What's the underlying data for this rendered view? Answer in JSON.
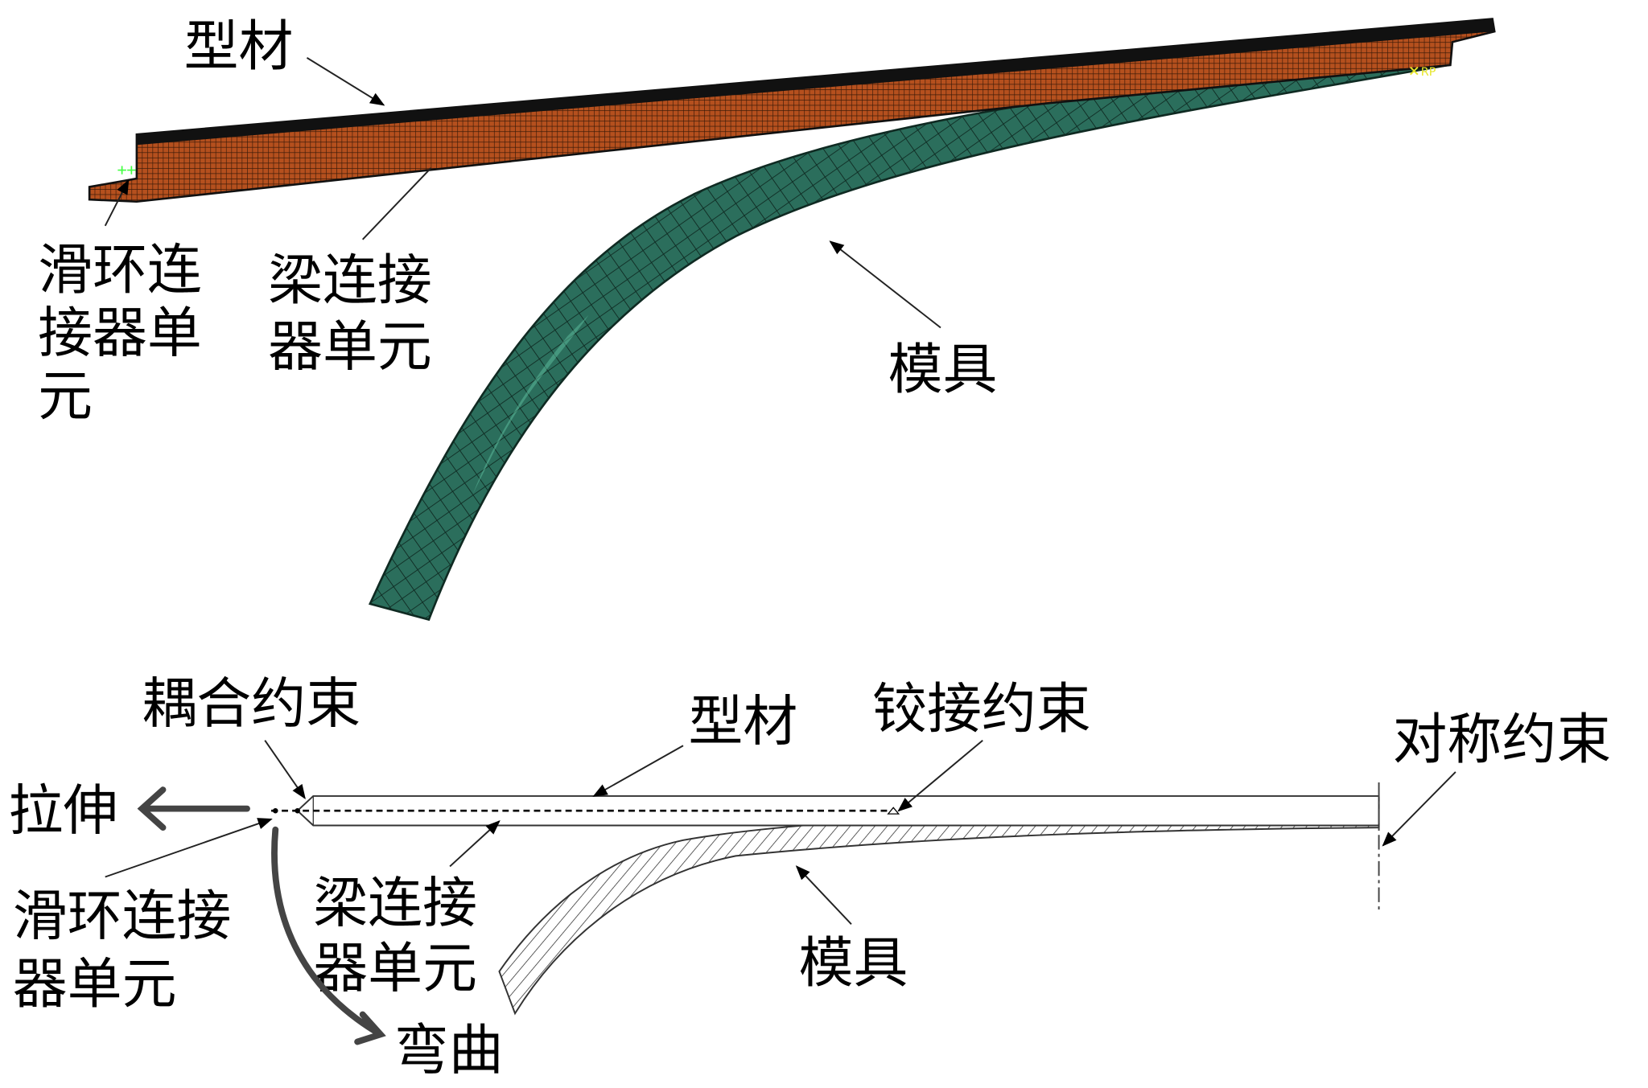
{
  "top_view": {
    "profile_label": "型材",
    "slip_ring_label": [
      "滑环连",
      "接器单",
      "元"
    ],
    "beam_connector_label": [
      "梁连接",
      "器单元"
    ],
    "die_label": "模具",
    "reference_point": "RP",
    "colors": {
      "profile": "#b5501e",
      "die": "#2b6e5c",
      "die_light": "#5fbfa0"
    }
  },
  "bottom_view": {
    "coupling_label": "耦合约束",
    "tension_label": "拉伸",
    "profile_label": "型材",
    "hinge_label": "铰接约束",
    "symmetry_label": "对称约束",
    "slip_ring_label": [
      "滑环连接",
      "器单元"
    ],
    "beam_connector_label": [
      "梁连接",
      "器单元"
    ],
    "die_label": "模具",
    "bending_label": "弯曲"
  }
}
